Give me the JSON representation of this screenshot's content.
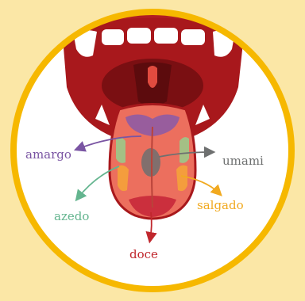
{
  "labels": {
    "amargo": "amargo",
    "umami": "umami",
    "azedo": "azedo",
    "salgado": "salgado",
    "doce": "doce"
  },
  "colors": {
    "background": "#fbe7a6",
    "ring": "#f6b800",
    "mouth": "#a8181c",
    "tongue": "#ec6f5e",
    "amargo": "#7a55a3",
    "umami": "#6e7070",
    "azedo": "#64b58f",
    "salgado": "#f1a91f",
    "doce": "#c0272d"
  },
  "icons": {
    "corner_partial": "lightbulb-icon"
  }
}
